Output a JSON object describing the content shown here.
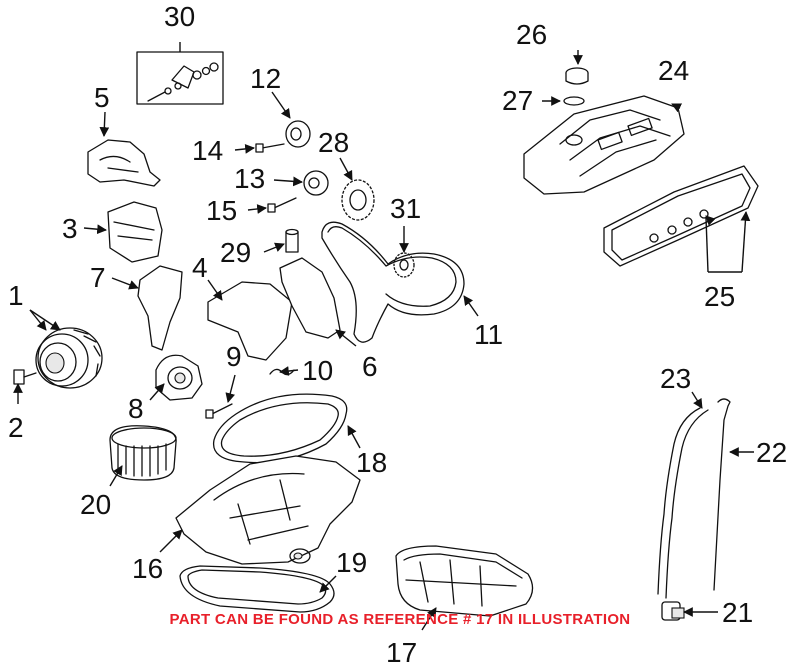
{
  "callouts": [
    "1",
    "2",
    "3",
    "4",
    "5",
    "6",
    "7",
    "8",
    "9",
    "10",
    "11",
    "12",
    "13",
    "14",
    "15",
    "16",
    "17",
    "18",
    "19",
    "20",
    "21",
    "22",
    "23",
    "24",
    "25",
    "26",
    "27",
    "28",
    "29",
    "30",
    "31"
  ],
  "banner_text": "PART CAN BE FOUND AS REFERENCE # 17 IN ILLUSTRATION",
  "colors": {
    "banner": "#e8202a",
    "line": "#111111",
    "background": "#ffffff"
  }
}
